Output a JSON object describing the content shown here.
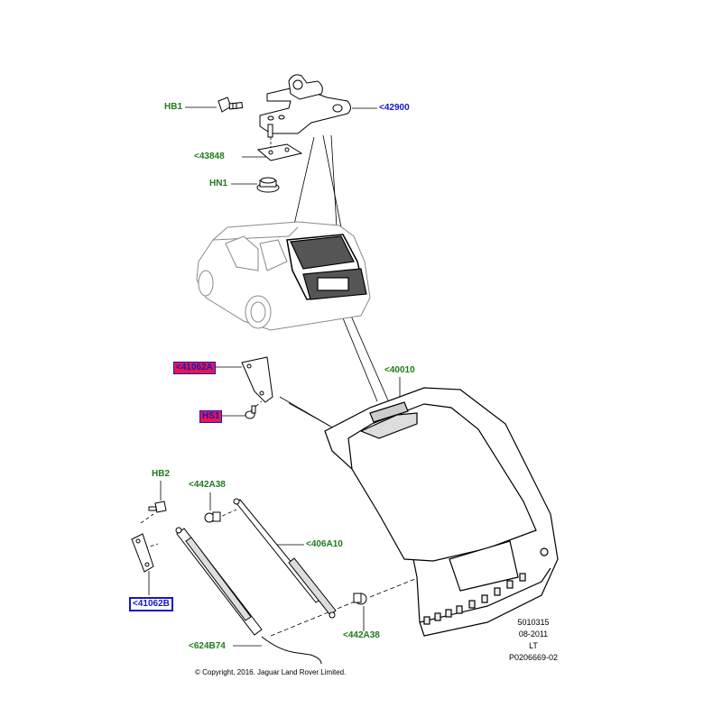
{
  "labels": {
    "hb1": "HB1",
    "p42900": "<42900",
    "p43848": "<43848",
    "hn1": "HN1",
    "p40010": "<40010",
    "p41062a": "<41062A",
    "hs1": "HS1",
    "hb2": "HB2",
    "p442a38_top": "<442A38",
    "p406a10": "<406A10",
    "p41062b": "<41062B",
    "p624b74": "<624B74",
    "p442a38_bottom": "<442A38"
  },
  "reference": {
    "line1": "5010315",
    "line2": "08-2011",
    "line3": "LT",
    "line4": "P0206669-02"
  },
  "copyright": "© Copyright, 2016. Jaguar Land Rover Limited.",
  "colors": {
    "callout_green": "#1e7b1e",
    "callout_blue": "#1515c8",
    "highlight_pink": "#e8174a",
    "line": "#000000",
    "part_fill": "#ffffff",
    "car_grey": "#9a9a9a",
    "glass_fill": "#555555",
    "tailgate_body": "#d8d8d8"
  },
  "icons": {
    "hinge": "tailgate-hinge-icon",
    "bolt": "bolt-icon",
    "nut": "flange-nut-icon",
    "gasket": "hinge-gasket-icon",
    "car": "vehicle-outline-icon",
    "tailgate": "tailgate-panel-icon",
    "bracket": "bracket-icon",
    "strut": "gas-strut-icon",
    "ballstud": "ball-stud-icon"
  }
}
